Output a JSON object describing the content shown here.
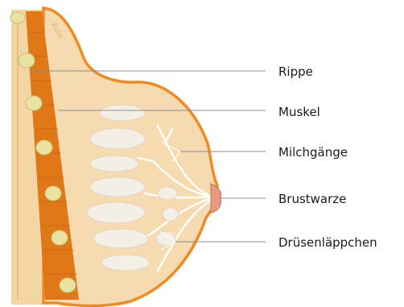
{
  "labels": {
    "rib": "Rippe",
    "muscle": "Muskel",
    "ducts": "Milchgänge",
    "nipple": "Brustwarze",
    "lobules": "Drüsenläppchen"
  },
  "signature": "Rahn",
  "colors": {
    "skin": "#f6dbb0",
    "outline": "#f08a22",
    "muscle": "#e07818",
    "rib": "#e9e2a0",
    "lobule": "#f3efe6",
    "nipple": "#e79a83"
  }
}
